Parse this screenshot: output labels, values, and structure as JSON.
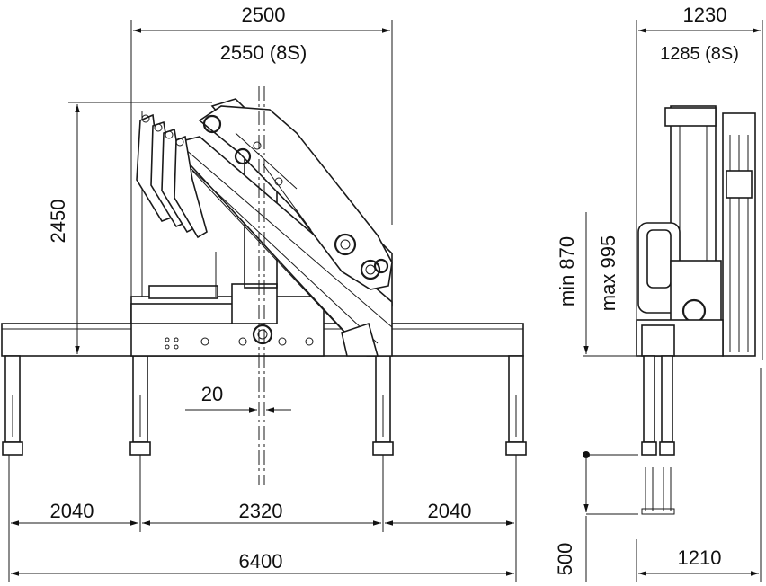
{
  "front_view": {
    "width_dims": [
      "2500",
      "2550 (8S)"
    ],
    "height_dim": "2450",
    "offset_dim": "20",
    "base_dims": [
      "2040",
      "2320",
      "2040"
    ],
    "total_span": "6400"
  },
  "side_view": {
    "width_dims": [
      "1230",
      "1285 (8S)"
    ],
    "height_dims": [
      "min 870",
      "max 995"
    ],
    "stroke_dim": "500",
    "base_width": "1210"
  }
}
